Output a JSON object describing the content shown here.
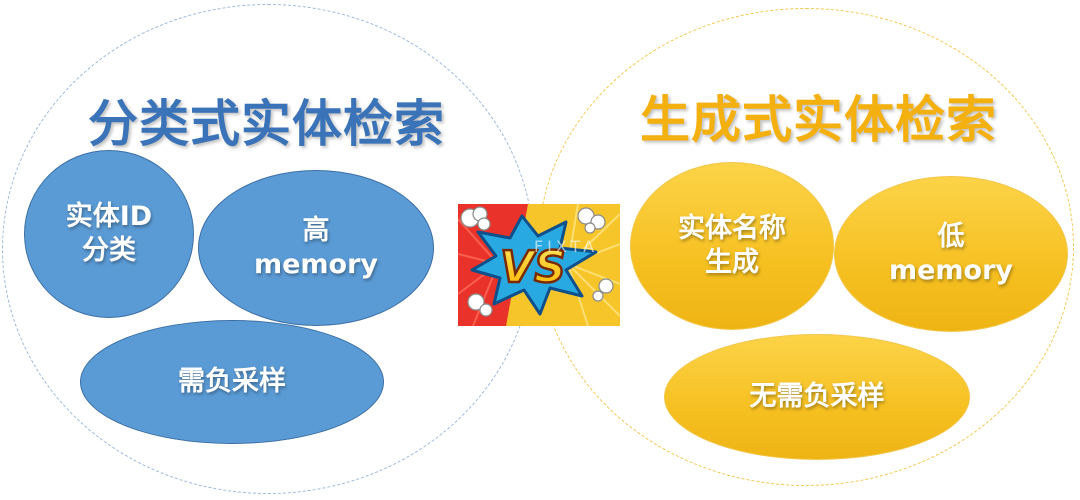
{
  "left": {
    "title": "分类式实体检索",
    "ovals": [
      {
        "lines": [
          "实体ID",
          "分类"
        ]
      },
      {
        "lines": [
          "高",
          "memory"
        ]
      },
      {
        "lines": [
          "需负采样"
        ]
      }
    ]
  },
  "right": {
    "title": "生成式实体检索",
    "ovals": [
      {
        "lines": [
          "实体名称",
          "生成"
        ]
      },
      {
        "lines": [
          "低",
          "memory"
        ]
      },
      {
        "lines": [
          "无需负采样"
        ]
      }
    ]
  },
  "vs": {
    "label": "VS",
    "watermark": "FIXTA"
  },
  "colors": {
    "blue_title": "#3a73b7",
    "blue_fill": "#5b9bd5",
    "yellow_title": "#f4b00e",
    "yellow_fill": "#f6c021"
  }
}
